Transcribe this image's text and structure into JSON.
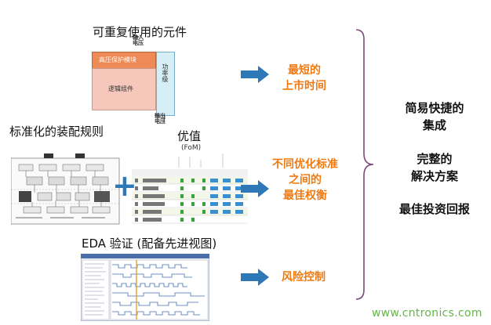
{
  "component": {
    "title": "可重复使用的元件",
    "input_label": "输入\n电压",
    "hv_module": "高压保护模块",
    "logic_block": "逻辑组件",
    "power_stage": "功率级",
    "output_label": "输出\n电压"
  },
  "assembly": {
    "title": "标准化的装配规则"
  },
  "fom": {
    "title": "优值",
    "subtitle": "(FoM)"
  },
  "eda": {
    "title": "EDA 验证 (配备先进视图)"
  },
  "benefits": {
    "b1": "最短的\n上市时间",
    "b2": "不同优化标准\n之间的\n最佳权衡",
    "b3": "风险控制"
  },
  "summary": {
    "s1": "简易快捷的\n集成",
    "s2": "完整的\n解决方案",
    "s3": "最佳投资回报"
  },
  "plus": "+",
  "watermark": "www.cntronics.com",
  "colors": {
    "arrow": "#2f78b8",
    "orange": "#f07a12",
    "hv": "#f08e5a",
    "logic": "#f7c9b8",
    "power": "#d7ecf4"
  }
}
